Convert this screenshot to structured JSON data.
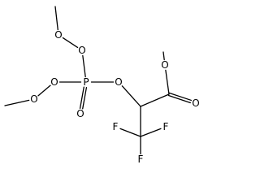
{
  "molecule": {
    "atoms": [
      {
        "id": "me_a",
        "label": ""
      },
      {
        "id": "o_a1",
        "label": "O"
      },
      {
        "id": "o_a2",
        "label": "O"
      },
      {
        "id": "me_b",
        "label": ""
      },
      {
        "id": "o_b1",
        "label": "O"
      },
      {
        "id": "o_b2",
        "label": "O"
      },
      {
        "id": "p",
        "label": "P"
      },
      {
        "id": "o_double",
        "label": "O"
      },
      {
        "id": "o_link",
        "label": "O"
      },
      {
        "id": "c_alpha",
        "label": ""
      },
      {
        "id": "c_cf3",
        "label": ""
      },
      {
        "id": "f1",
        "label": "F"
      },
      {
        "id": "f2",
        "label": "F"
      },
      {
        "id": "f3",
        "label": "F"
      },
      {
        "id": "c_ester",
        "label": ""
      },
      {
        "id": "o_carbonyl",
        "label": "O"
      },
      {
        "id": "o_ester",
        "label": "O"
      },
      {
        "id": "me_c",
        "label": ""
      }
    ],
    "bonds": [
      {
        "from": "me_a",
        "to": "o_a1",
        "order": 1
      },
      {
        "from": "o_a1",
        "to": "o_a2",
        "order": 1
      },
      {
        "from": "o_a2",
        "to": "p",
        "order": 1
      },
      {
        "from": "me_b",
        "to": "o_b1",
        "order": 1
      },
      {
        "from": "o_b1",
        "to": "o_b2",
        "order": 1
      },
      {
        "from": "o_b2",
        "to": "p",
        "order": 1
      },
      {
        "from": "p",
        "to": "o_double",
        "order": 2
      },
      {
        "from": "p",
        "to": "o_link",
        "order": 1
      },
      {
        "from": "o_link",
        "to": "c_alpha",
        "order": 1
      },
      {
        "from": "c_alpha",
        "to": "c_cf3",
        "order": 1
      },
      {
        "from": "c_cf3",
        "to": "f1",
        "order": 1
      },
      {
        "from": "c_cf3",
        "to": "f2",
        "order": 1
      },
      {
        "from": "c_cf3",
        "to": "f3",
        "order": 1
      },
      {
        "from": "c_alpha",
        "to": "c_ester",
        "order": 1
      },
      {
        "from": "c_ester",
        "to": "o_carbonyl",
        "order": 2
      },
      {
        "from": "c_ester",
        "to": "o_ester",
        "order": 1
      },
      {
        "from": "o_ester",
        "to": "me_c",
        "order": 1
      }
    ]
  }
}
